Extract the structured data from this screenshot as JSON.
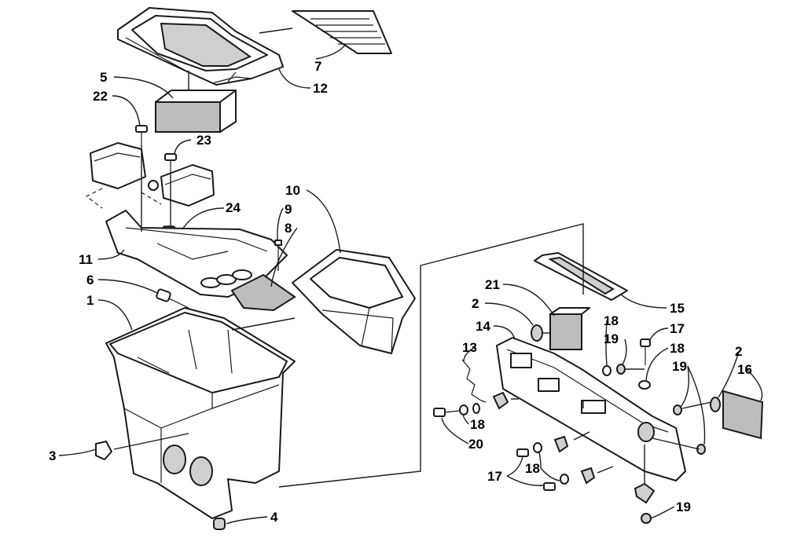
{
  "diagram": {
    "type": "exploded-parts-view",
    "callouts": {
      "c1": "1",
      "c2a": "2",
      "c2b": "2",
      "c3": "3",
      "c4": "4",
      "c5": "5",
      "c6": "6",
      "c7": "7",
      "c8": "8",
      "c9": "9",
      "c10": "10",
      "c11": "11",
      "c12": "12",
      "c13": "13",
      "c14": "14",
      "c15": "15",
      "c16": "16",
      "c17a": "17",
      "c17b": "17",
      "c18a": "18",
      "c18b": "18",
      "c18c": "18",
      "c18d": "18",
      "c19a": "19",
      "c19b": "19",
      "c19c": "19",
      "c20": "20",
      "c21": "21",
      "c22": "22",
      "c23": "23",
      "c24": "24"
    }
  }
}
